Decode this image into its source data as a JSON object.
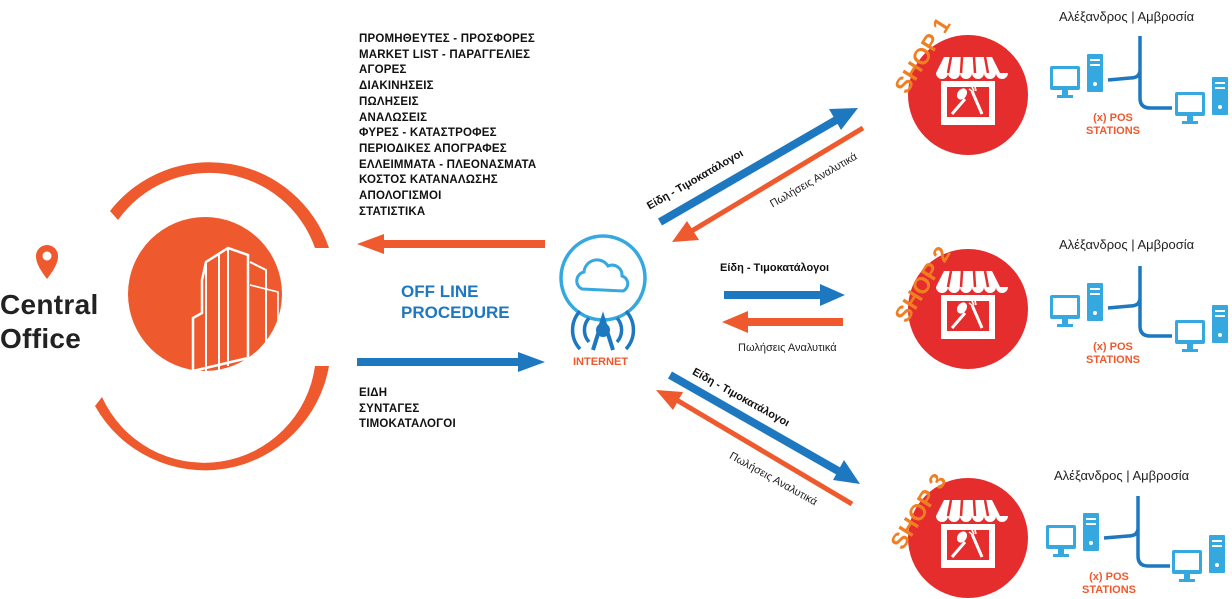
{
  "office": {
    "line1": "Central",
    "line2": "Office"
  },
  "upload_list": [
    "ΠΡΟΜΗΘΕΥΤΕΣ - ΠΡΟΣΦΟΡΕΣ",
    "MARKET LIST - ΠΑΡΑΓΓΕΛΙΕΣ",
    "ΑΓΟΡΕΣ",
    "ΔΙΑΚΙΝΗΣΕΙΣ",
    "ΠΩΛΗΣΕΙΣ",
    "ΑΝΑΛΩΣΕΙΣ",
    "ΦΥΡΕΣ - ΚΑΤΑΣΤΡΟΦΕΣ",
    "ΠΕΡΙΟΔΙΚΕΣ ΑΠΟΓΡΑΦΕΣ",
    "ΕΛΛΕΙΜΜΑΤΑ - ΠΛΕΟΝΑΣΜΑΤΑ",
    "ΚΟΣΤΟΣ ΚΑΤΑΝΑΛΩΣΗΣ",
    "ΑΠΟΛΟΓΙΣΜΟΙ",
    "ΣΤΑΤΙΣΤΙΚΑ"
  ],
  "download_list": [
    "ΕΙΔΗ",
    "ΣΥΝΤΑΓΕΣ",
    "ΤΙΜΟΚΑΤΑΛΟΓΟΙ"
  ],
  "offline": {
    "line1": "OFF LINE",
    "line2": "PROCEDURE"
  },
  "internet_label": "INTERNET",
  "flows": {
    "to_shop": "Είδη - Τιμοκατάλογοι",
    "from_shop": "Πωλήσεις Αναλυτικά"
  },
  "shops": [
    {
      "title": "SHOP 1",
      "location": "Αλέξανδρος | Αμβροσία",
      "pos_line1": "(x) POS",
      "pos_line2": "STATIONS"
    },
    {
      "title": "SHOP 2",
      "location": "Αλέξανδρος | Αμβροσία",
      "pos_line1": "(x) POS",
      "pos_line2": "STATIONS"
    },
    {
      "title": "SHOP 3",
      "location": "Αλέξανδρος | Αμβροσία",
      "pos_line1": "(x) POS",
      "pos_line2": "STATIONS"
    }
  ],
  "colors": {
    "orange": "#ee5a2e",
    "blue": "#1e78c0",
    "light_blue": "#35a8e0",
    "red": "#e52d2d",
    "shop_title": "#f07f22"
  },
  "icons": [
    "map-pin-icon",
    "building-icon",
    "cloud-icon",
    "wifi-antenna-icon",
    "store-icon",
    "desktop-computer-icon"
  ]
}
